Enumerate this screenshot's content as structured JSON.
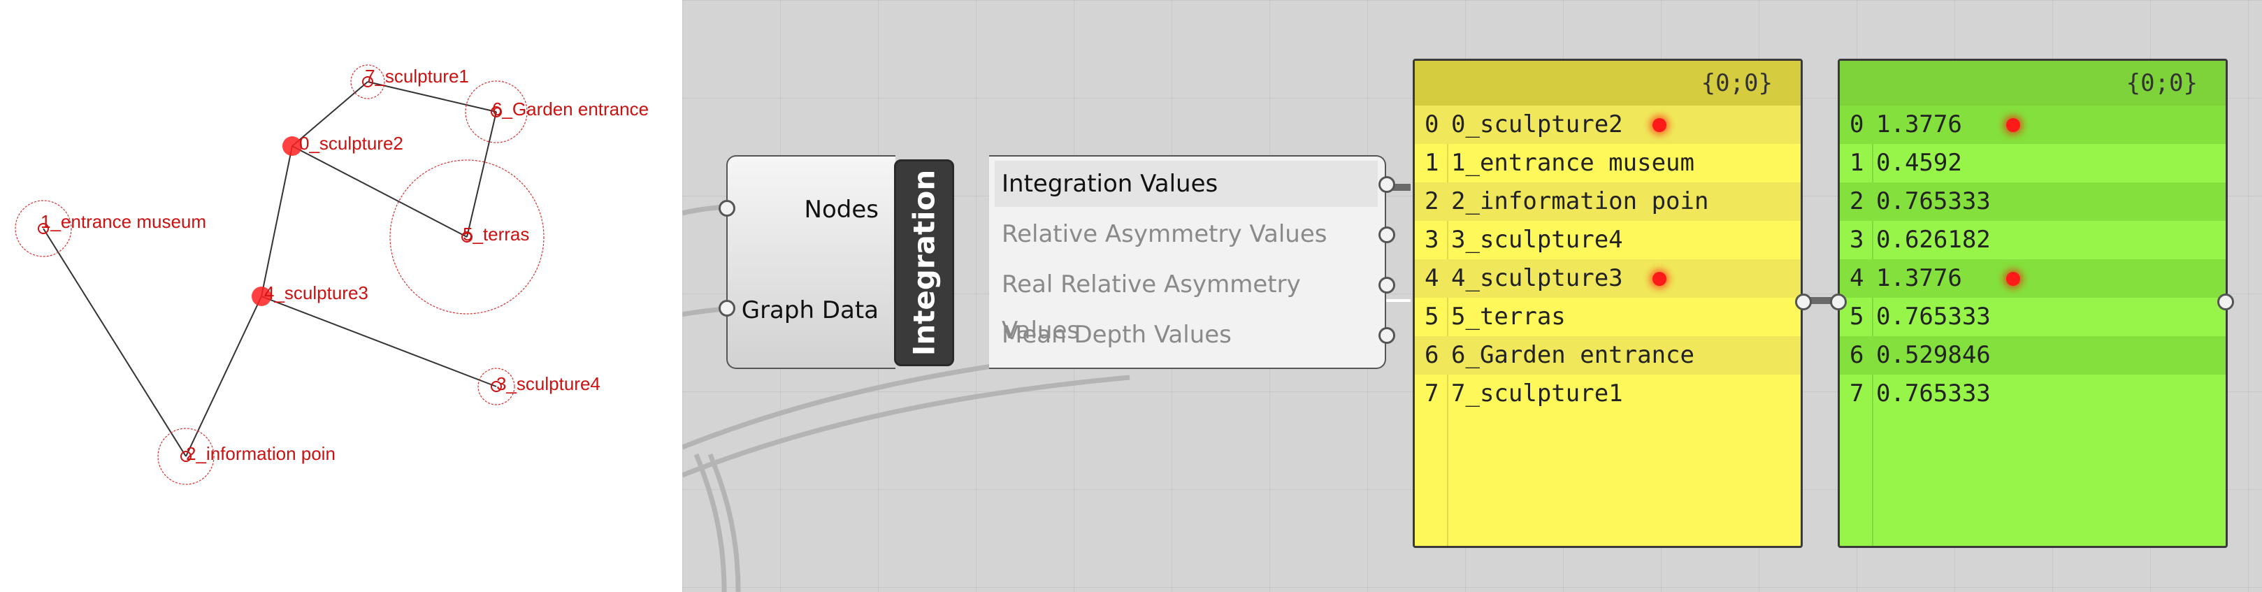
{
  "viewport": {
    "nodes": [
      {
        "label": "0_sculpture2",
        "highlight": true
      },
      {
        "label": "1_entrance museum",
        "highlight": false
      },
      {
        "label": "2_information poin",
        "highlight": false
      },
      {
        "label": "3_sculpture4",
        "highlight": false
      },
      {
        "label": "4_sculpture3",
        "highlight": true
      },
      {
        "label": "5_terras",
        "highlight": false
      },
      {
        "label": "6_Garden entrance",
        "highlight": false
      },
      {
        "label": "7_sculpture1",
        "highlight": false
      }
    ],
    "color": "#cc1111"
  },
  "component": {
    "title": "Integration",
    "inputs": [
      "Nodes",
      "Graph Data"
    ],
    "outputs": [
      {
        "label": "Integration Values",
        "active": true
      },
      {
        "label": "Relative Asymmetry Values",
        "active": false
      },
      {
        "label": "Real Relative Asymmetry Values",
        "active": false
      },
      {
        "label": "Mean Depth Values",
        "active": false
      }
    ]
  },
  "panel_names": {
    "header": "{0;0}",
    "rows": [
      {
        "index": "0",
        "value": "0_sculpture2",
        "highlight": true
      },
      {
        "index": "1",
        "value": "1_entrance museum",
        "highlight": false
      },
      {
        "index": "2",
        "value": "2_information poin",
        "highlight": false
      },
      {
        "index": "3",
        "value": "3_sculpture4",
        "highlight": false
      },
      {
        "index": "4",
        "value": "4_sculpture3",
        "highlight": true
      },
      {
        "index": "5",
        "value": "5_terras",
        "highlight": false
      },
      {
        "index": "6",
        "value": "6_Garden entrance",
        "highlight": false
      },
      {
        "index": "7",
        "value": "7_sculpture1",
        "highlight": false
      }
    ]
  },
  "panel_values": {
    "header": "{0;0}",
    "rows": [
      {
        "index": "0",
        "value": "1.3776",
        "highlight": true
      },
      {
        "index": "1",
        "value": "0.4592",
        "highlight": false
      },
      {
        "index": "2",
        "value": "0.765333",
        "highlight": false
      },
      {
        "index": "3",
        "value": "0.626182",
        "highlight": false
      },
      {
        "index": "4",
        "value": "1.3776",
        "highlight": true
      },
      {
        "index": "5",
        "value": "0.765333",
        "highlight": false
      },
      {
        "index": "6",
        "value": "0.529846",
        "highlight": false
      },
      {
        "index": "7",
        "value": "0.765333",
        "highlight": false
      }
    ]
  },
  "colors": {
    "panel_names_bg": "#fff85a",
    "panel_values_bg": "#97f54a",
    "canvas_bg": "#d4d4d4",
    "graph_red": "#cc1111"
  }
}
